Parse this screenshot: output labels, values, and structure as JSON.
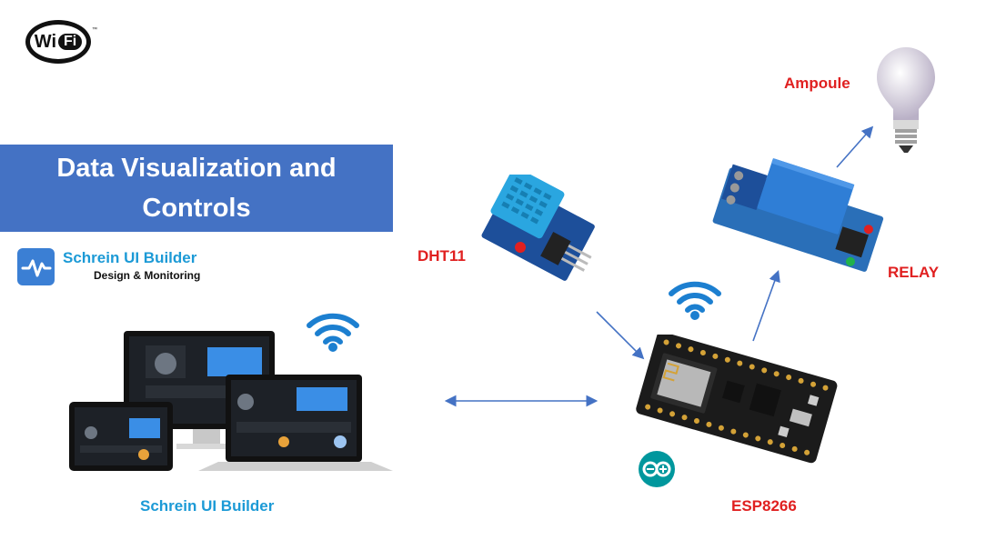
{
  "logo": {
    "wi": "Wi",
    "fi": "Fi",
    "tm": "™"
  },
  "banner": {
    "line1": "Data Visualization and",
    "line2": "Controls"
  },
  "brand": {
    "name": "Schrein UI Builder",
    "tagline": "Design & Monitoring"
  },
  "labels": {
    "dht": "DHT11",
    "ampoule": "Ampoule",
    "relay": "RELAY",
    "esp": "ESP8266",
    "builder": "Schrein UI Builder"
  },
  "colors": {
    "banner": "#4472c4",
    "arrow": "#4472c4",
    "label_red": "#e02020",
    "label_blue": "#1c9ad6",
    "wifi_signal": "#1c7fd0",
    "arduino": "#00979d"
  },
  "icons": [
    "wifi-logo",
    "wifi-signal-icon",
    "arduino-icon",
    "waveform-icon",
    "bulb-icon"
  ]
}
